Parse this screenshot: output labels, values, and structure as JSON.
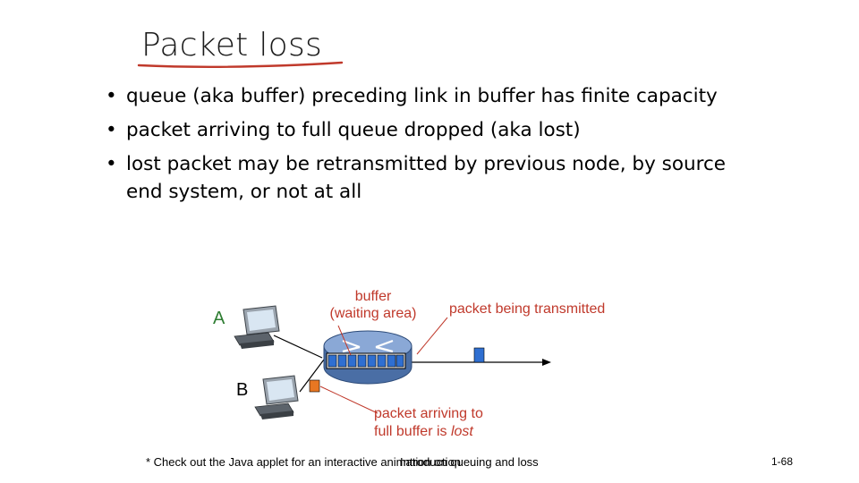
{
  "slide": {
    "title": "Packet loss",
    "title_underline_color": "#c0392b",
    "bullets": [
      {
        "bullet": "•",
        "text": "queue (aka buffer) preceding link in buffer has finite capacity"
      },
      {
        "bullet": "•",
        "text": "packet arriving to full queue dropped (aka lost)"
      },
      {
        "bullet": "•",
        "text": "lost packet may be retransmitted by previous node, by source end system, or not at all"
      }
    ]
  },
  "diagram": {
    "host_a_label": "A",
    "host_b_label": "B",
    "buffer_label_line1": "buffer",
    "buffer_label_line2": "(waiting area)",
    "transmitted_label": "packet being transmitted",
    "lost_label_line1": "packet arriving to",
    "lost_label_line2_prefix": "full buffer is ",
    "lost_label_line2_emph": "lost",
    "colors": {
      "host_label_green": "#2e7d32",
      "label_red": "#c0392b",
      "router_blue": "#5b7fb5",
      "packet_blue": "#2f6fd1",
      "lost_packet_orange": "#e87722"
    },
    "icons": [
      "computer-icon",
      "router-icon"
    ]
  },
  "footer": {
    "note": "* Check out the Java applet for an interactive animation on queuing and loss",
    "overlay": "Introduction",
    "slide_number": "1-68"
  }
}
